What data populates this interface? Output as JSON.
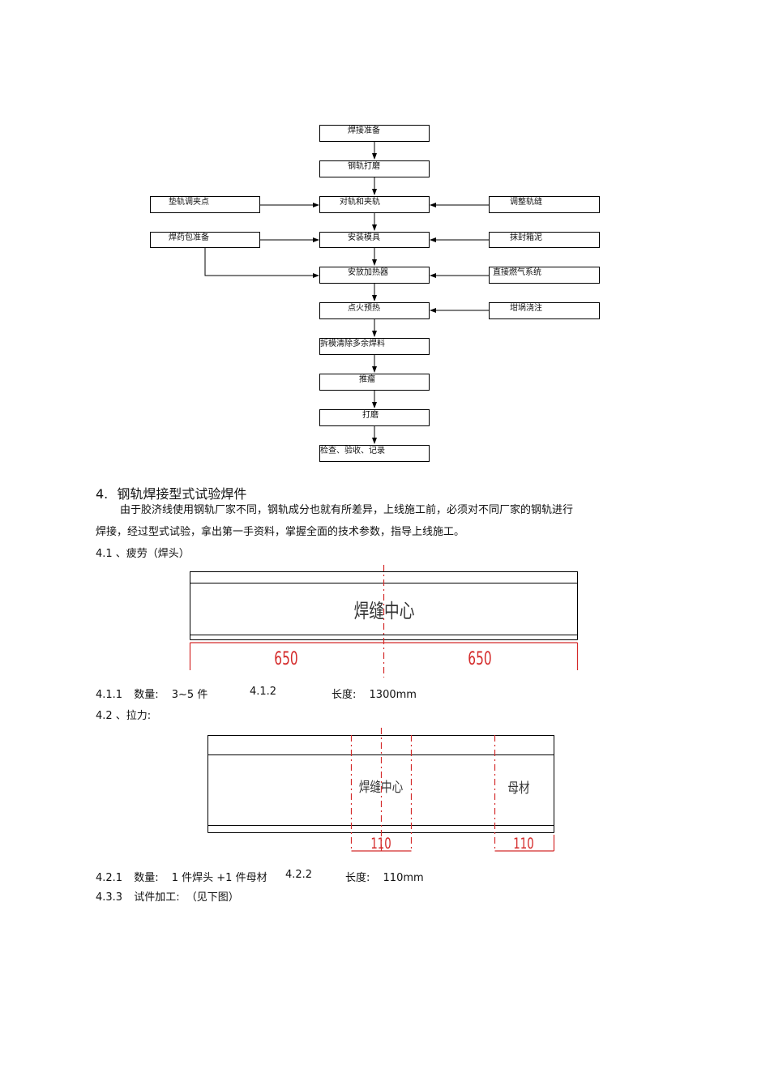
{
  "flowchart": {
    "main_steps": [
      "焊接准备",
      "钢轨打磨",
      "对轨和夹轨",
      "安装模具",
      "安放加热器",
      "点火预热",
      "拆模清除多余焊料",
      "推瘤",
      "打磨",
      "检查、验收、记录"
    ],
    "left_steps": [
      "垫轨调夹点",
      "焊药包准备"
    ],
    "right_steps": [
      "调整轨缝",
      "抹封箱泥",
      "直接燃气系统",
      "坩埚浇注"
    ]
  },
  "section4": {
    "number": "4.",
    "title": "钢轨焊接型式试验焊件",
    "para_line1": "由于胶济线使用钢轨厂家不同，钢轨成分也就有所差异，上线施工前，必须对不同厂家的钢轨进行",
    "para_line2": "焊接，经过型式试验，拿出第一手资料，掌握全面的技术参数，指导上线施工。"
  },
  "s41": {
    "heading": "4.1 、疲劳（焊头）",
    "diagram_center_label": "焊缝中心",
    "dim_left": "650",
    "dim_right": "650",
    "item1_no": "4.1.1",
    "item1_label": "数量:",
    "item1_value": "3~5 件",
    "item2_no": "4.1.2",
    "item2_label": "长度:",
    "item2_value": "1300mm"
  },
  "s42": {
    "heading": "4.2 、拉力:",
    "weld_label": "焊缝中心",
    "base_label": "母材",
    "dim_weld": "110",
    "dim_base": "110",
    "item1_no": "4.2.1",
    "item1_label": "数量:",
    "item1_value": "1 件焊头 +1 件母材",
    "item2_no": "4.2.2",
    "item2_label": "长度:",
    "item2_value": "110mm"
  },
  "s433": {
    "no": "4.3.3",
    "label": "试件加工:",
    "value": "（见下图）"
  },
  "colors": {
    "dimension_red": "#d42a2a",
    "line": "#000000"
  }
}
